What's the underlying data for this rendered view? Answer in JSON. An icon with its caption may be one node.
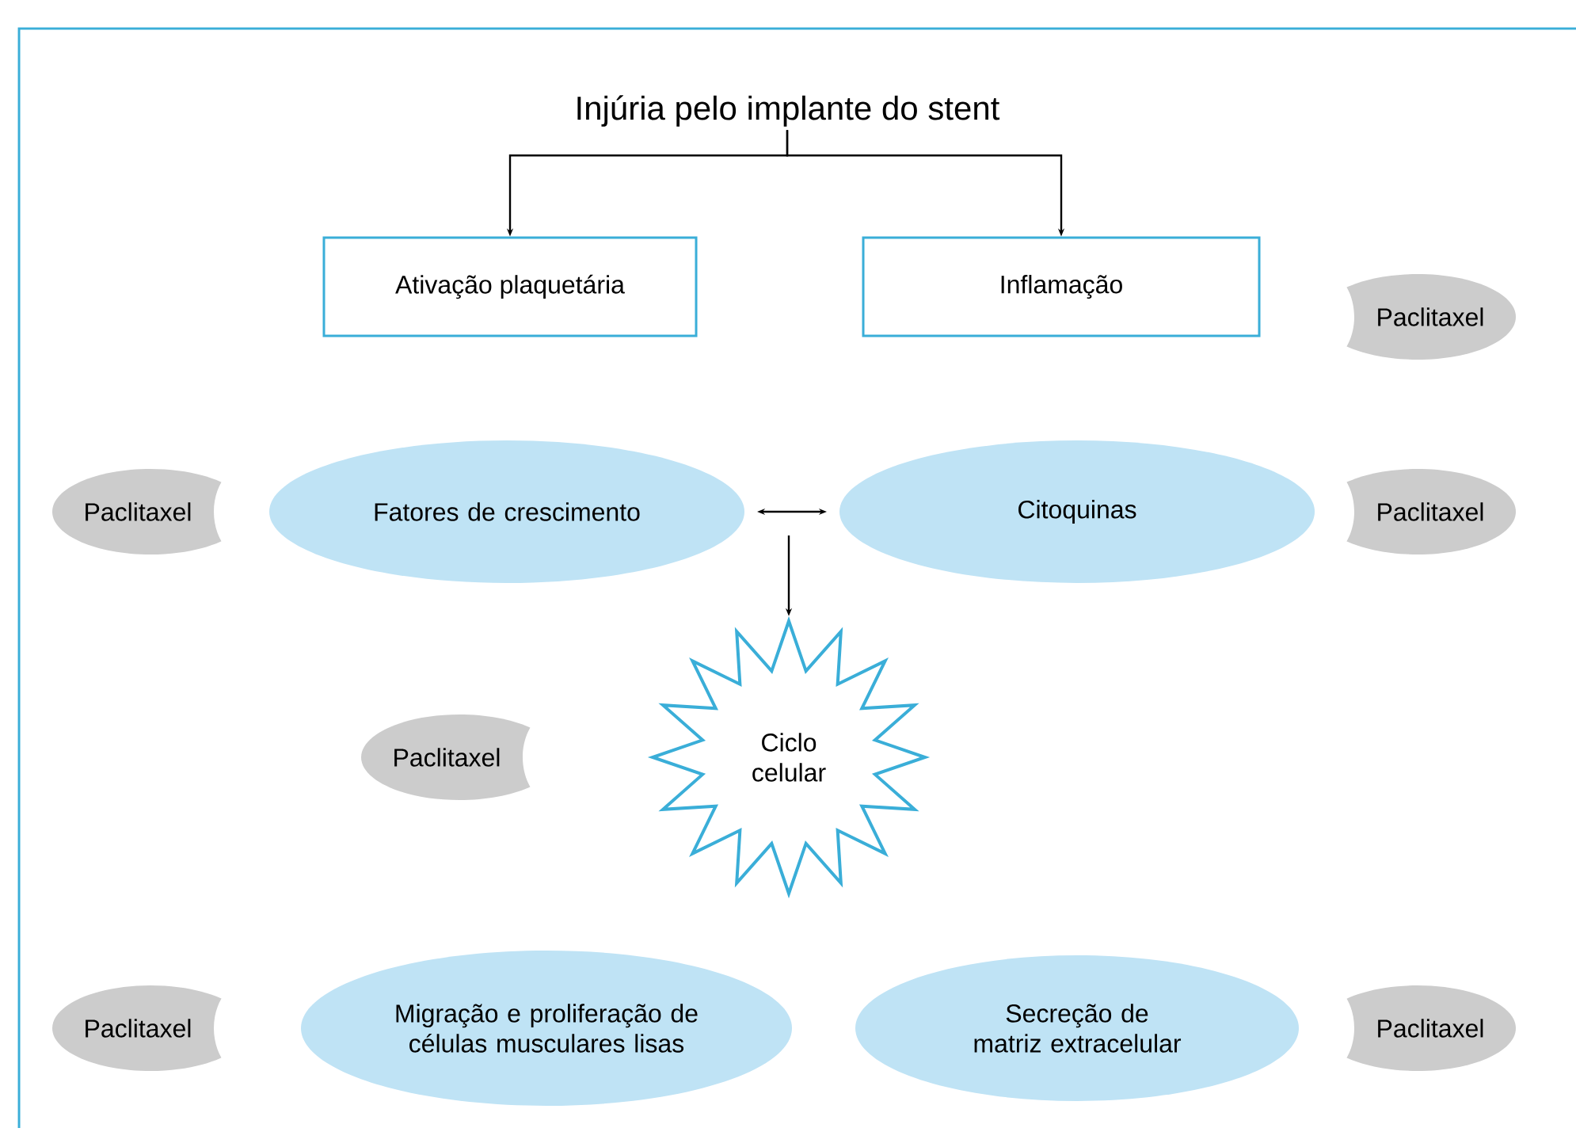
{
  "diagram": {
    "nodes": [
      {
        "text": [
          "Injúria pelo implante do stent"
        ]
      },
      {
        "text": [
          "Ativação plaquetária"
        ]
      },
      {
        "text": [
          "Inflamação"
        ]
      },
      {
        "text": [
          "Paclitaxel"
        ]
      },
      {
        "text": [
          "Paclitaxel"
        ]
      },
      {
        "text": [
          "Fatores de crescimento"
        ]
      },
      {
        "text": [
          "Citoquinas"
        ]
      },
      {
        "text": [
          "Paclitaxel"
        ]
      },
      {
        "text": [
          "Paclitaxel"
        ]
      },
      {
        "text": [
          "Ciclo celular"
        ]
      },
      {
        "text": [
          "Paclitaxel"
        ]
      },
      {
        "text": [
          "Migração e proliferação de células musculares lisas"
        ]
      },
      {
        "text": [
          "Secreção de matriz extracelular"
        ]
      },
      {
        "text": [
          "Paclitaxel"
        ]
      }
    ],
    "edges": [
      {
        "from": 0,
        "to": 1,
        "arrow": "to"
      },
      {
        "from": 0,
        "to": 2,
        "arrow": "to"
      },
      {
        "from": 5,
        "to": 6,
        "arrow": "both"
      },
      {
        "from": 5,
        "to": 9,
        "arrow": "to"
      }
    ]
  }
}
